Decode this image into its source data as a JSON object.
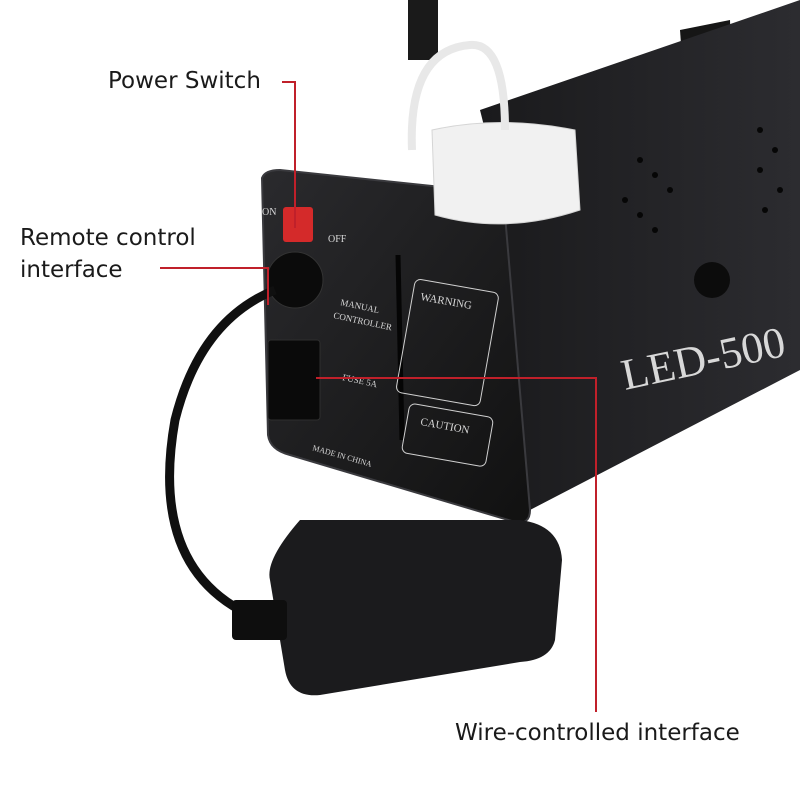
{
  "callouts": {
    "power_switch": "Power Switch",
    "remote_control_line1": "Remote control",
    "remote_control_line2": "interface",
    "wire_controlled": "Wire-controlled interface"
  },
  "device": {
    "model": "LED-500",
    "switch_on": "ON",
    "switch_off": "OFF",
    "manual_line1": "MANUAL",
    "manual_line2": "CONTROLLER",
    "fuse": "FUSE 5A",
    "warning": "WARNING",
    "caution": "CAUTION",
    "made_in": "MADE IN CHINA"
  },
  "colors": {
    "callout_line": "#c0202a",
    "body": "#1c1c1e",
    "switch": "#d42a2a"
  }
}
